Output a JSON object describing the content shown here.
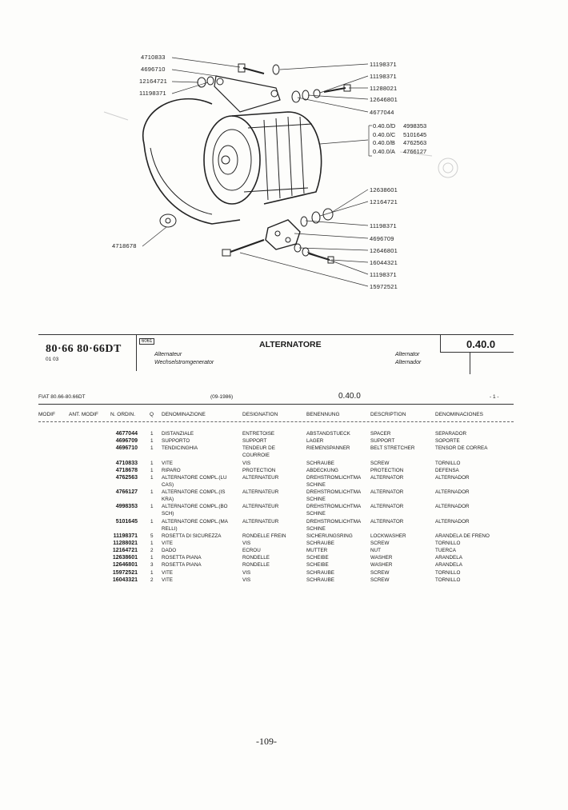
{
  "diagram": {
    "left_labels": [
      "4710833",
      "4696710",
      "12164721",
      "11198371"
    ],
    "right_labels_top": [
      "11198371",
      "11198371",
      "11288021",
      "12646801",
      "4677044"
    ],
    "variants": [
      {
        "variant": "0.40.0/D",
        "code": "4998353"
      },
      {
        "variant": "0.40.0/C",
        "code": "5101645"
      },
      {
        "variant": "0.40.0/B",
        "code": "4762563"
      },
      {
        "variant": "0.40.0/A",
        "code": "4766127"
      }
    ],
    "right_labels_bottom": [
      "12638601",
      "12164721",
      "11198371",
      "4696709",
      "12646801",
      "16044321",
      "11198371",
      "15972521"
    ],
    "bottom_left_label": "4718678"
  },
  "header": {
    "model": "80·66 80·66DT",
    "model_sub": "01 03",
    "code_box": "6061",
    "title": "ALTERNATORE",
    "sub_fr": "Alternateur",
    "sub_de": "Wechselstromgenerator",
    "sub_en": "Alternator",
    "sub_es": "Alternador",
    "group_code": "0.40.0"
  },
  "info": {
    "model_line": "FIAT 80.66-80.66DT",
    "date": "(09-1986)",
    "code": "0.40.0",
    "page": "- 1 -"
  },
  "columns": {
    "modif": "MODIF",
    "ant_modif": "ANT. MODIF",
    "n_ordin": "N. ORDIN.",
    "q": "Q",
    "denominazione": "DENOMINAZIONE",
    "designation": "DESIGNATION",
    "benennung": "BENENNUNG",
    "description": "DESCRIPTION",
    "denominaciones": "DENOMINACIONES"
  },
  "parts": [
    {
      "num": "4677044",
      "q": "1",
      "it": "DISTANZIALE",
      "fr": "ENTRETOISE",
      "de": "ABSTANDSTUECK",
      "en": "SPACER",
      "es": "SEPARADOR"
    },
    {
      "num": "4696709",
      "q": "1",
      "it": "SUPPORTO",
      "fr": "SUPPORT",
      "de": "LAGER",
      "en": "SUPPORT",
      "es": "SOPORTE"
    },
    {
      "num": "4696710",
      "q": "1",
      "it": "TENDICINGHIA",
      "fr": "TENDEUR DE COURROIE",
      "de": "RIEMENSPANNER",
      "en": "BELT STRETCHER",
      "es": "TENSOR DE CORREA"
    },
    {
      "num": "4710833",
      "q": "1",
      "it": "VITE",
      "fr": "VIS",
      "de": "SCHRAUBE",
      "en": "SCREW",
      "es": "TORNILLO"
    },
    {
      "num": "4718678",
      "q": "1",
      "it": "RIPARO",
      "fr": "PROTECTION",
      "de": "ABDECKUNG",
      "en": "PROTECTION",
      "es": "DEFENSA"
    },
    {
      "num": "4762563",
      "q": "1",
      "it": "ALTERNATORE COMPL.(LU CAS)",
      "fr": "ALTERNATEUR",
      "de": "DREHSTROMLICHTMASCHINE",
      "en": "ALTERNATOR",
      "es": "ALTERNADOR"
    },
    {
      "num": "4766127",
      "q": "1",
      "it": "ALTERNATORE COMPL.(IS KRA)",
      "fr": "ALTERNATEUR",
      "de": "DREHSTROMLICHTMASCHINE",
      "en": "ALTERNATOR",
      "es": "ALTERNADOR"
    },
    {
      "num": "4998353",
      "q": "1",
      "it": "ALTERNATORE COMPL.(BO SCH)",
      "fr": "ALTERNATEUR",
      "de": "DREHSTROMLICHTMASCHINE",
      "en": "ALTERNATOR",
      "es": "ALTERNADOR"
    },
    {
      "num": "5101645",
      "q": "1",
      "it": "ALTERNATORE COMPL.(MA RELLI)",
      "fr": "ALTERNATEUR",
      "de": "DREHSTROMLICHTMASCHINE",
      "en": "ALTERNATOR",
      "es": "ALTERNADOR"
    },
    {
      "num": "11198371",
      "q": "5",
      "it": "ROSETTA DI SICUREZZA",
      "fr": "RONDELLE FREIN",
      "de": "SICHERUNGSRING",
      "en": "LOCKWASHER",
      "es": "ARANDELA DE FRENO"
    },
    {
      "num": "11288021",
      "q": "1",
      "it": "VITE",
      "fr": "VIS",
      "de": "SCHRAUBE",
      "en": "SCREW",
      "es": "TORNILLO"
    },
    {
      "num": "12164721",
      "q": "2",
      "it": "DADO",
      "fr": "ECROU",
      "de": "MUTTER",
      "en": "NUT",
      "es": "TUERCA"
    },
    {
      "num": "12638601",
      "q": "1",
      "it": "ROSETTA PIANA",
      "fr": "RONDELLE",
      "de": "SCHEIBE",
      "en": "WASHER",
      "es": "ARANDELA"
    },
    {
      "num": "12646801",
      "q": "3",
      "it": "ROSETTA PIANA",
      "fr": "RONDELLE",
      "de": "SCHEIBE",
      "en": "WASHER",
      "es": "ARANDELA"
    },
    {
      "num": "15972521",
      "q": "1",
      "it": "VITE",
      "fr": "VIS",
      "de": "SCHRAUBE",
      "en": "SCREW",
      "es": "TORNILLO"
    },
    {
      "num": "16043321",
      "q": "2",
      "it": "VITE",
      "fr": "VIS",
      "de": "SCHRAUBE",
      "en": "SCREW",
      "es": "TORNILLO"
    }
  ],
  "footer": {
    "page_number": "-109-"
  }
}
